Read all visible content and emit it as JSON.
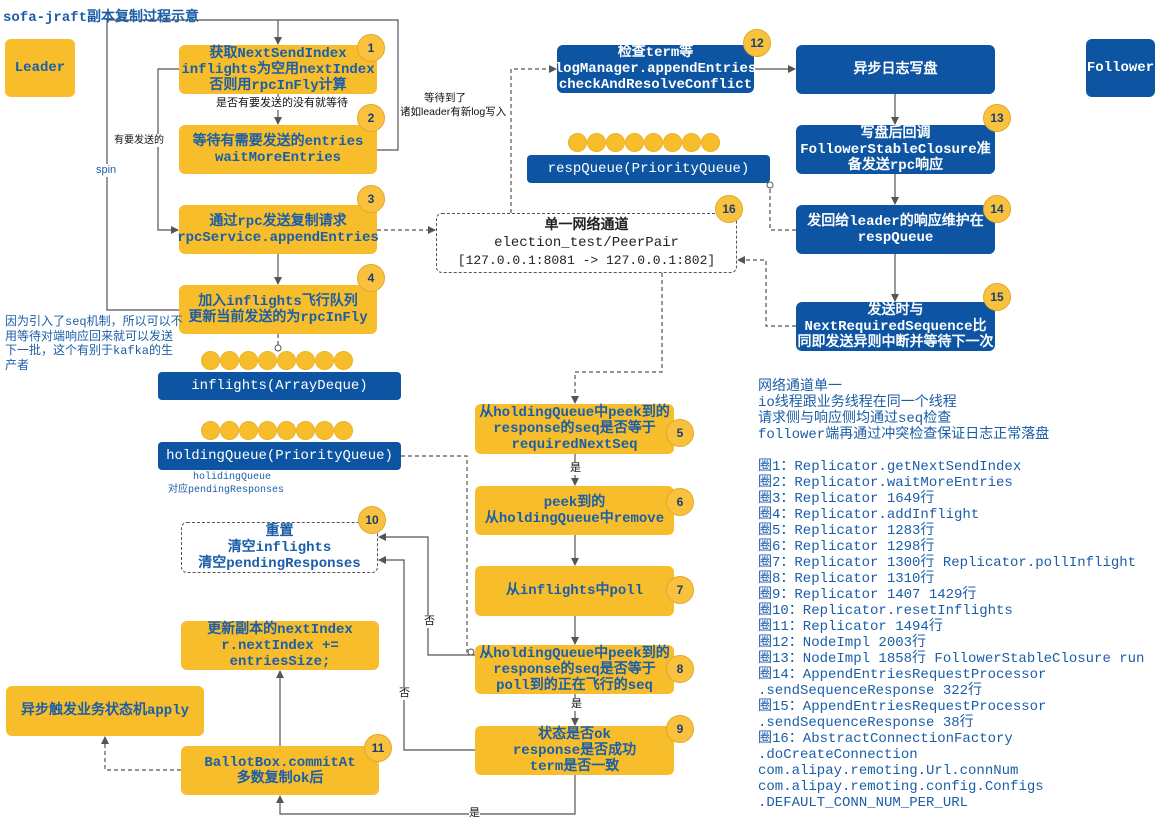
{
  "title": "sofa-jraft副本复制过程示意",
  "roles": {
    "leader": "Leader",
    "follower": "Follower"
  },
  "steps": {
    "s1": {
      "badge": "1",
      "lines": [
        "获取NextSendIndex",
        "inflights为空用nextIndex",
        "否则用rpcInFly计算"
      ]
    },
    "s2": {
      "badge": "2",
      "lines": [
        "等待有需要发送的entries",
        "waitMoreEntries"
      ]
    },
    "s3": {
      "badge": "3",
      "lines": [
        "通过rpc发送复制请求",
        "rpcService.appendEntries"
      ]
    },
    "s4": {
      "badge": "4",
      "lines": [
        "加入inflights飞行队列",
        "更新当前发送的为rpcInFly"
      ]
    },
    "s5": {
      "badge": "5",
      "lines": [
        "从holdingQueue中peek到的",
        "response的seq是否等于",
        "requiredNextSeq"
      ]
    },
    "s6": {
      "badge": "6",
      "lines": [
        "peek到的",
        "从holdingQueue中remove"
      ]
    },
    "s7": {
      "badge": "7",
      "lines": [
        "从inflights中poll"
      ]
    },
    "s8": {
      "badge": "8",
      "lines": [
        "从holdingQueue中peek到的",
        "response的seq是否等于",
        "poll到的正在飞行的seq"
      ]
    },
    "s9": {
      "badge": "9",
      "lines": [
        "状态是否ok",
        "response是否成功",
        "term是否一致"
      ]
    },
    "s10": {
      "badge": "10",
      "lines": [
        "重置",
        "清空inflights",
        "清空pendingResponses"
      ]
    },
    "s11": {
      "badge": "11",
      "lines": [
        "BallotBox.commitAt",
        "多数复制ok后"
      ]
    },
    "s12": {
      "badge": "12",
      "lines": [
        "检查term等",
        "logManager.appendEntries",
        "checkAndResolveConflict"
      ]
    },
    "s13": {
      "badge": "13",
      "lines": [
        "写盘后回调",
        "FollowerStableClosure准",
        "备发送rpc响应"
      ]
    },
    "s14": {
      "badge": "14",
      "lines": [
        "发回给leader的响应维护在",
        "respQueue"
      ]
    },
    "s15": {
      "badge": "15",
      "lines": [
        "发送时与",
        "NextRequiredSequence比",
        "同即发送异则中断并等待下一次"
      ]
    },
    "s16": {
      "badge": "16",
      "lines": [
        "单一网络通道",
        "election_test/PeerPair",
        "[127.0.0.1:8081 -> 127.0.0.1:802]"
      ]
    }
  },
  "plain_boxes": {
    "update_next_index": [
      "更新副本的nextIndex",
      "r.nextIndex +=",
      "entriesSize;"
    ],
    "async_apply": "异步触发业务状态机apply",
    "async_log_write": "异步日志写盘"
  },
  "queues": {
    "inflights": "inflights(ArrayDeque)",
    "holding": "holdingQueue(PriorityQueue)",
    "resp": "respQueue(PriorityQueue)"
  },
  "queue_items": {
    "inflights": 8,
    "holding": 8,
    "resp": 8
  },
  "holding_note": [
    "holidingQueue",
    "对应pendingResponses"
  ],
  "seq_note": [
    "因为引入了seq机制，所以可以不",
    "用等待对端响应回来就可以发送",
    "下一批，这个有别于kafka的生",
    "产者"
  ],
  "edge_labels": {
    "wait_if_none": "是否有要发送的没有就等待",
    "has_entries": "有要发送的",
    "spin": "spin",
    "waited": "等待到了",
    "waited_example": "诸如leader有新log写入",
    "yes_5_6": "是",
    "yes_8_9": "是",
    "no_8_10": "否",
    "no_9_10": "否",
    "yes_9_11": "是"
  },
  "notes": {
    "summary": [
      "网络通道单一",
      "io线程跟业务线程在同一个线程",
      "请求侧与响应侧均通过seq检查",
      "follower端再通过冲突检查保证日志正常落盘"
    ],
    "refs": [
      "圈1：Replicator.getNextSendIndex",
      "圈2：Replicator.waitMoreEntries",
      "圈3：Replicator 1649行",
      "圈4：Replicator.addInflight",
      "圈5：Replicator 1283行",
      "圈6：Replicator 1298行",
      "圈7：Replicator 1300行 Replicator.pollInflight",
      "圈8：Replicator 1310行",
      "圈9：Replicator 1407 1429行",
      "圈10：Replicator.resetInflights",
      "圈11：Replicator 1494行",
      "圈12：NodeImpl 2003行",
      "圈13：NodeImpl 1858行 FollowerStableClosure run",
      "圈14：AppendEntriesRequestProcessor",
      ".sendSequenceResponse 322行",
      "圈15：AppendEntriesRequestProcessor",
      ".sendSequenceResponse 38行",
      "圈16：AbstractConnectionFactory",
      ".doCreateConnection",
      "com.alipay.remoting.Url.connNum",
      "com.alipay.remoting.config.Configs",
      ".DEFAULT_CONN_NUM_PER_URL"
    ]
  },
  "colors": {
    "yellow": "#f8bd2b",
    "blue": "#0d55a2",
    "text_blue": "#1b5ea8",
    "badge": "#f9c23e",
    "line": "#555555"
  }
}
